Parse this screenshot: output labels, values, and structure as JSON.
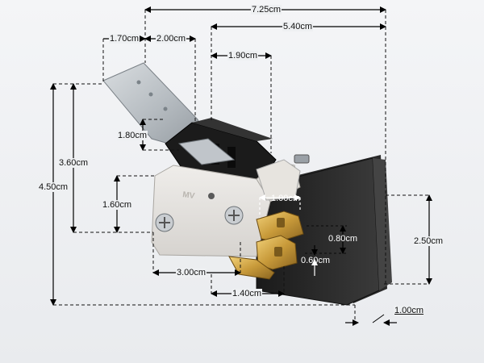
{
  "dimensions": [
    {
      "id": "overall-width",
      "text": "7.25cm"
    },
    {
      "id": "housing-width",
      "text": "5.40cm"
    },
    {
      "id": "lever-width",
      "text": "1.70cm"
    },
    {
      "id": "lever-offset",
      "text": "2.00cm"
    },
    {
      "id": "bracket-width",
      "text": "1.90cm"
    },
    {
      "id": "lever-height",
      "text": "1.80cm"
    },
    {
      "id": "upper-height",
      "text": "3.60cm"
    },
    {
      "id": "overall-height",
      "text": "4.50cm"
    },
    {
      "id": "mount-height",
      "text": "1.60cm"
    },
    {
      "id": "terminal-width",
      "text": "1.00cm"
    },
    {
      "id": "terminal-gap-1",
      "text": "0.80cm"
    },
    {
      "id": "terminal-gap-2",
      "text": "0.60cm"
    },
    {
      "id": "plate-height",
      "text": "2.50cm"
    },
    {
      "id": "body-width",
      "text": "3.00cm"
    },
    {
      "id": "terminal-span",
      "text": "1.40cm"
    },
    {
      "id": "plate-thickness",
      "text": "1.00cm"
    }
  ]
}
